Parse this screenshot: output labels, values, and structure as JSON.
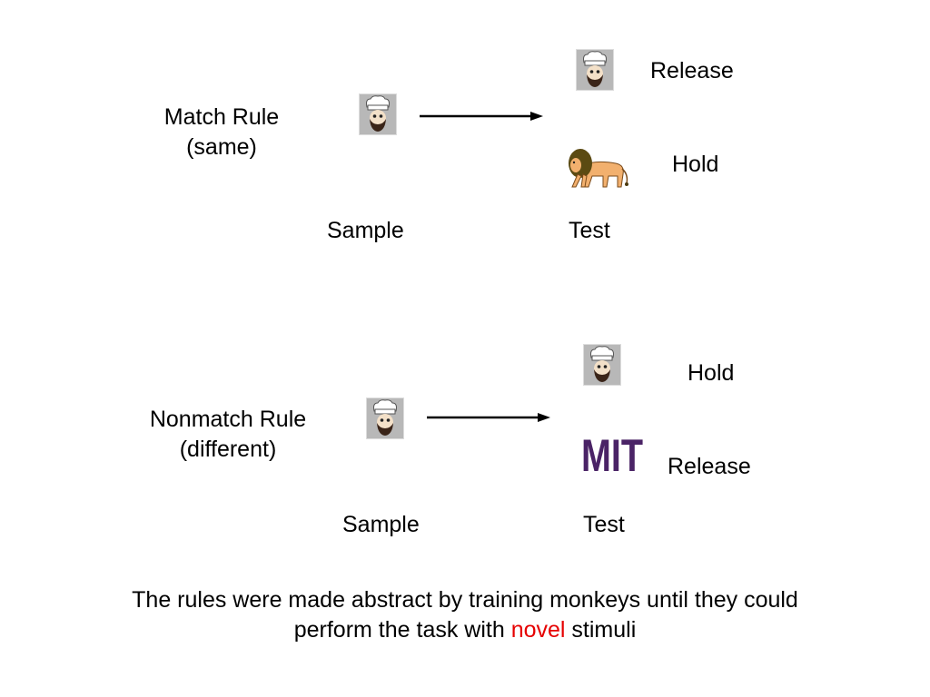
{
  "match": {
    "rule_line1": "Match Rule",
    "rule_line2": "(same)",
    "sample_label": "Sample",
    "test_label": "Test",
    "outcome_top": "Release",
    "outcome_bottom": "Hold",
    "sample_icon": "chef-face-icon",
    "test_top_icon": "chef-face-icon",
    "test_bottom_icon": "lion-icon"
  },
  "nonmatch": {
    "rule_line1": "Nonmatch Rule",
    "rule_line2": "(different)",
    "sample_label": "Sample",
    "test_label": "Test",
    "outcome_top": "Hold",
    "outcome_bottom": "Release",
    "sample_icon": "chef-face-icon",
    "test_top_icon": "chef-face-icon",
    "test_bottom_icon": "mit-logo",
    "logo_text": "MIT"
  },
  "caption": {
    "line1": "The rules were made abstract by training monkeys until they could",
    "line2_before": "perform the task with ",
    "line2_highlight": "novel",
    "line2_after": " stimuli"
  },
  "colors": {
    "highlight": "#e60000",
    "mit_logo": "#4a2366",
    "lion_body": "#f2b06e",
    "icon_frame": "#c8c8c8"
  }
}
